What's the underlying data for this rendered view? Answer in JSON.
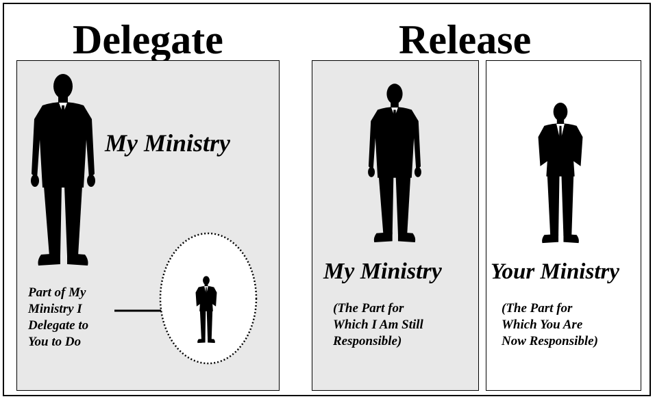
{
  "headings": {
    "left": "Delegate",
    "right": "Release"
  },
  "delegate_panel": {
    "title": "My Ministry",
    "caption_lines": [
      "Part of My",
      "Ministry I",
      "Delegate to",
      "You to Do"
    ]
  },
  "release_left": {
    "title": "My Ministry",
    "caption_lines": [
      "(The Part for",
      "Which I Am Still",
      "Responsible)"
    ]
  },
  "release_right": {
    "title": "Your Ministry",
    "caption_lines": [
      "(The Part for",
      "Which You Are",
      "Now Responsible)"
    ]
  },
  "colors": {
    "panel_shade": "#e8e8e8",
    "ink": "#000000",
    "background": "#ffffff"
  },
  "icons": [
    "man-silhouette-icon",
    "arrow-right-icon",
    "dotted-ellipse-icon"
  ]
}
